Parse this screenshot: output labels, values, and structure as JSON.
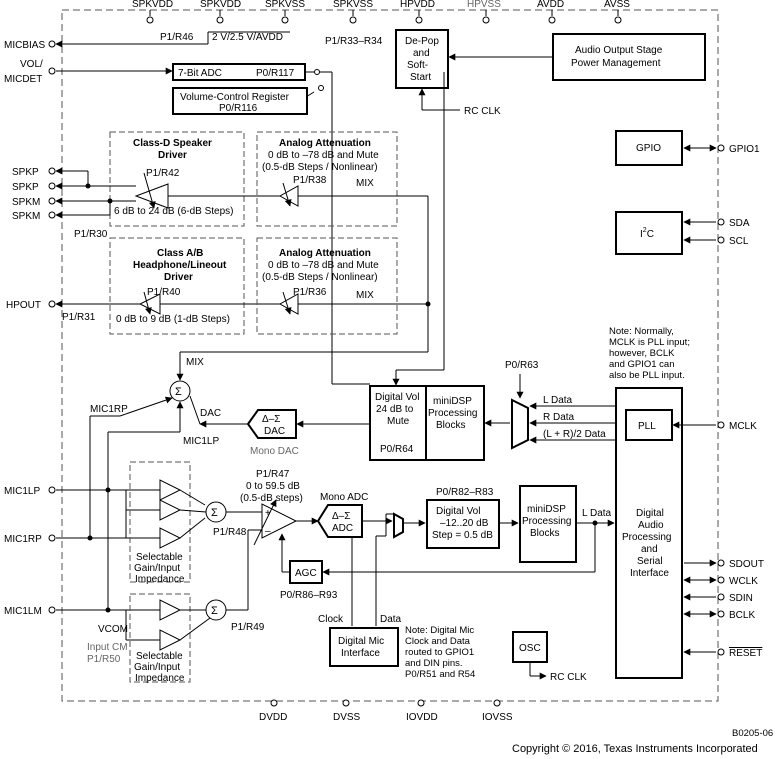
{
  "top_pins": [
    "SPKVDD",
    "SPKVDD",
    "SPKVSS",
    "SPKVSS",
    "HPVDD",
    "HPVSS",
    "AVDD",
    "AVSS"
  ],
  "bottom_pins": [
    "DVDD",
    "DVSS",
    "IOVDD",
    "IOVSS"
  ],
  "left_pins": {
    "micbias": "MICBIAS",
    "vol": "VOL/",
    "micdet": "MICDET",
    "spkp1": "SPKP",
    "spkp2": "SPKP",
    "spkm1": "SPKM",
    "spkm2": "SPKM",
    "hpout": "HPOUT",
    "mic1lp": "MIC1LP",
    "mic1rp": "MIC1RP",
    "mic1lm": "MIC1LM"
  },
  "right_pins": {
    "gpio1": "GPIO1",
    "sda": "SDA",
    "scl": "SCL",
    "mclk": "MCLK",
    "sdout": "SDOUT",
    "wclk": "WCLK",
    "sdin": "SDIN",
    "bclk": "BCLK",
    "reset": "RESET"
  },
  "blocks": {
    "adc7": "7-Bit ADC",
    "adc7_reg": "P0/R117",
    "volreg_1": "Volume-Control Register",
    "volreg_2": "P0/R116",
    "depop_1": "De-Pop",
    "depop_2": "and",
    "depop_3": "Soft-",
    "depop_4": "Start",
    "aops_1": "Audio Output Stage",
    "aops_2": "Power Management",
    "gpio": "GPIO",
    "i2c": "I",
    "i2c_sup": "2",
    "i2c_c": "C",
    "classd_1": "Class-D Speaker",
    "classd_2": "Driver",
    "atten1_1": "Analog Attenuation",
    "atten1_2": "0 dB to –78 dB and Mute",
    "atten1_3": "(0.5-dB Steps / Nonlinear)",
    "classab_1": "Class A/B",
    "classab_2": "Headphone/Lineout",
    "classab_3": "Driver",
    "atten2_1": "Analog Attenuation",
    "atten2_2": "0 dB to –78 dB and Mute",
    "atten2_3": "(0.5-dB Steps / Nonlinear)",
    "dvol1_1": "Digital Vol",
    "dvol1_2": "24 dB to",
    "dvol1_3": "Mute",
    "dvol1_reg": "P0/R64",
    "mdsp1_1": "miniDSP",
    "mdsp1_2": "Processing",
    "mdsp1_3": "Blocks",
    "dac_1": "Δ–Σ",
    "dac_2": "DAC",
    "mono_dac": "Mono DAC",
    "pll": "PLL",
    "dasp_1": "Digital",
    "dasp_2": "Audio",
    "dasp_3": "Processing",
    "dasp_4": "and",
    "dasp_5": "Serial",
    "dasp_6": "Interface",
    "adc_1": "Δ–Σ",
    "adc_2": "ADC",
    "mono_adc": "Mono ADC",
    "dvol2_1": "Digital Vol",
    "dvol2_2": "–12..20 dB",
    "dvol2_3": "Step = 0.5 dB",
    "dvol2_reg": "P0/R82–R83",
    "mdsp2_1": "miniDSP",
    "mdsp2_2": "Processing",
    "mdsp2_3": "Blocks",
    "agc": "AGC",
    "agc_reg": "P0/R86–R93",
    "dmic_1": "Digital Mic",
    "dmic_2": "Interface",
    "osc": "OSC"
  },
  "labels": {
    "micbias_reg": "P1/R46",
    "micbias_v": "2 V/2.5 V/AVDD",
    "depop_reg": "P1/R33–R34",
    "rcclk1": "RC CLK",
    "rcclk2": "RC CLK",
    "classd_reg": "P1/R42",
    "classd_gain": "6 dB to 24 dB  (6-dB Steps)",
    "p1r30": "P1/R30",
    "att1_reg": "P1/R38",
    "mix1": "MIX",
    "hp_reg": "P1/R40",
    "hp_gain": "0 dB to 9 dB  (1-dB Steps)",
    "p1r31": "P1/R31",
    "att2_reg": "P1/R36",
    "mix2": "MIX",
    "mix3": "MIX",
    "mic1rp_in": "MIC1RP",
    "mic1lp_in": "MIC1LP",
    "dac_lbl": "DAC",
    "p0r63": "P0/R63",
    "l_data": "L Data",
    "r_data": "R Data",
    "lr_data": "(L + R)/2 Data",
    "note_1": "Note: Normally,",
    "note_2": "MCLK is PLL input;",
    "note_3": "however, BCLK",
    "note_4": "and GPIO1 can",
    "note_5": "also be PLL input.",
    "pga_reg": "P1/R47",
    "pga_range": "0 to 59.5 dB",
    "pga_step": "(0.5-dB steps)",
    "p1r48": "P1/R48",
    "p1r49": "P1/R49",
    "l_data2": "L Data",
    "sel1_1": "Selectable",
    "sel1_2": "Gain/Input",
    "sel1_3": "Impedance",
    "sel2_1": "Selectable",
    "sel2_2": "Gain/Input",
    "sel2_3": "Impedance",
    "vcom": "VCOM",
    "input_cm": "Input CM",
    "p1r50": "P1/R50",
    "clock": "Clock",
    "data": "Data",
    "dnote_1": "Note: Digital Mic",
    "dnote_2": "Clock and Data",
    "dnote_3": "routed to GPIO1",
    "dnote_4": "and DIN pins.",
    "dnote_5": "P0/R51 and R54",
    "plus": "+",
    "minus": "–"
  },
  "footer": {
    "code": "B0205-06",
    "copyright": "Copyright © 2016, Texas Instruments Incorporated"
  }
}
